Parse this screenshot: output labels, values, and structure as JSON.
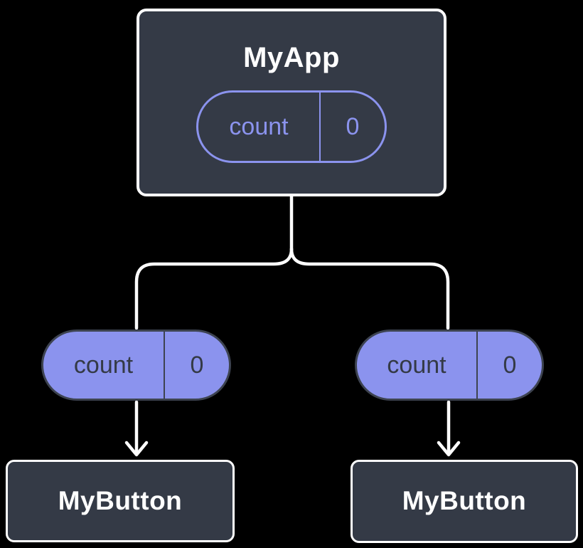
{
  "diagram": {
    "description": "Component tree diagram: parent component passes count state down to two child buttons",
    "root": {
      "title": "MyApp",
      "state": {
        "label": "count",
        "value": "0"
      }
    },
    "children": [
      {
        "title": "MyButton",
        "prop": {
          "label": "count",
          "value": "0"
        }
      },
      {
        "title": "MyButton",
        "prop": {
          "label": "count",
          "value": "0"
        }
      }
    ],
    "colors": {
      "background": "#000000",
      "node_fill": "#343a46",
      "node_border": "#ffffff",
      "accent_purple": "#8b93ee",
      "pill_dark_border": "#3d4350",
      "pill_dark_text": "#343a46",
      "connector": "#ffffff"
    }
  }
}
